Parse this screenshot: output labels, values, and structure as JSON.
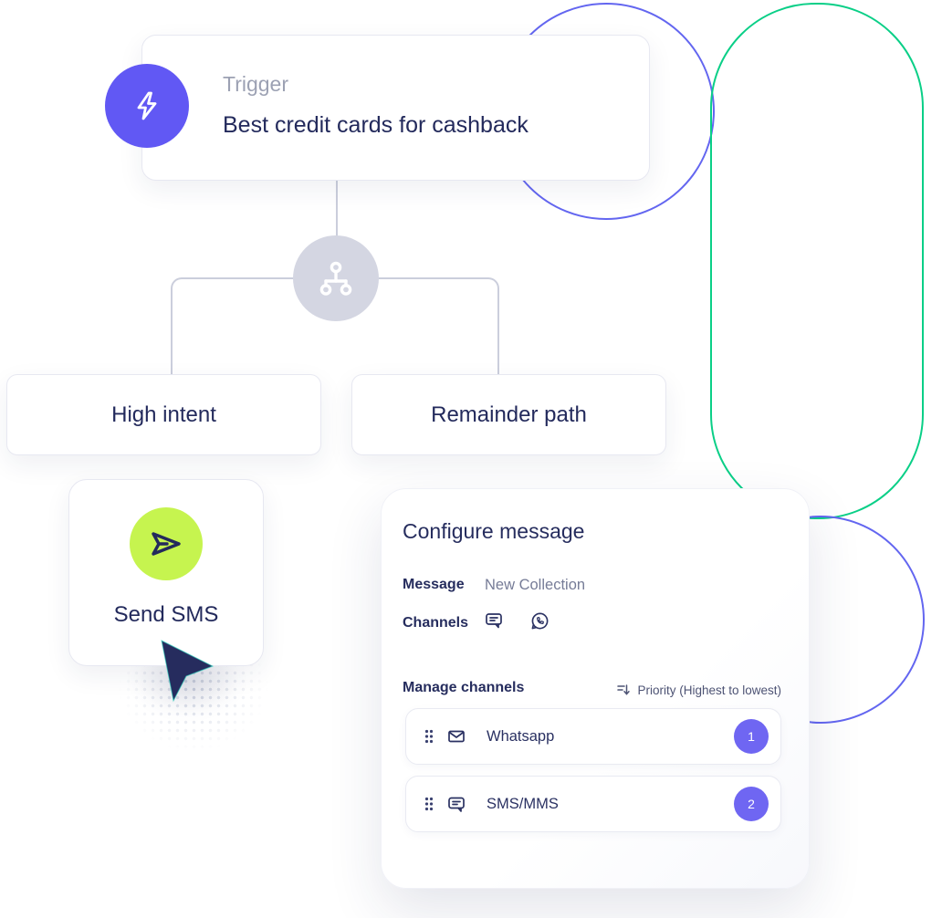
{
  "colors": {
    "accent_purple": "#6158F4",
    "badge_purple": "#6F66F2",
    "deco_indigo": "#6366F0",
    "deco_emerald": "#0ACF87",
    "lime_green": "#C6F44F",
    "text_navy": "#232A5C",
    "text_gray": "#9CA1B3",
    "connector_gray": "#CBCEDC",
    "branch_node_fill": "#D4D6E2"
  },
  "trigger_card": {
    "label": "Trigger",
    "title": "Best credit cards for cashback",
    "icon": "lightning-bolt-icon"
  },
  "branch": {
    "icon": "split-branch-icon",
    "left_label": "High intent",
    "right_label": "Remainder path"
  },
  "sms_card": {
    "label": "Send SMS",
    "icon": "send-plane-icon"
  },
  "panel": {
    "title": "Configure message",
    "message_label": "Message",
    "message_value": "New Collection",
    "channels_label": "Channels",
    "channels_icons": [
      "sms-chat-icon",
      "whatsapp-icon"
    ],
    "manage_label": "Manage channels",
    "priority_label": "Priority (Highest to lowest)",
    "priority_icon": "sort-descending-icon",
    "rows": [
      {
        "label": "Whatsapp",
        "icon": "envelope-icon",
        "priority": "1"
      },
      {
        "label": "SMS/MMS",
        "icon": "chat-bubble-icon",
        "priority": "2"
      }
    ]
  }
}
